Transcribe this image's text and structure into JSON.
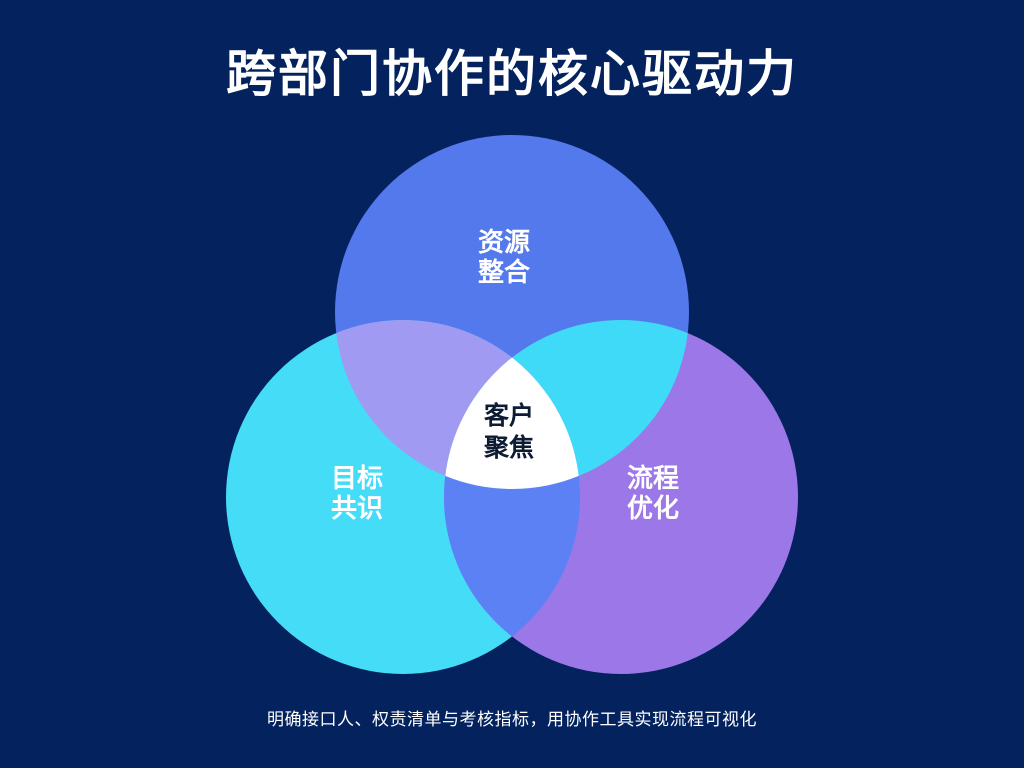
{
  "title": "跨部门协作的核心驱动力",
  "caption": "明确接口人、权责清单与考核指标，用协作工具实现流程可视化",
  "colors": {
    "background": "#03225E",
    "title_text": "#FFFFFF",
    "caption_text": "#FFFFFF",
    "circle_label_text": "#FFFFFF",
    "center_label_text": "#0D1B33"
  },
  "diagram": {
    "type": "venn-3",
    "circles": [
      {
        "id": "resource-integration",
        "position": "top",
        "label_line1": "资源",
        "label_line2": "整合",
        "color": "#5379EC"
      },
      {
        "id": "goal-consensus",
        "position": "bottom-left",
        "label_line1": "目标",
        "label_line2": "共识",
        "color": "#44DCF6"
      },
      {
        "id": "process-optimization",
        "position": "bottom-right",
        "label_line1": "流程",
        "label_line2": "优化",
        "color": "#9C77E8"
      }
    ],
    "overlaps": {
      "top_left": "#A09AF3",
      "top_right": "#3EDAF8",
      "bottom": "#5B81F4",
      "center": "#FFFFFF"
    },
    "center_label_line1": "客户",
    "center_label_line2": "聚焦"
  }
}
